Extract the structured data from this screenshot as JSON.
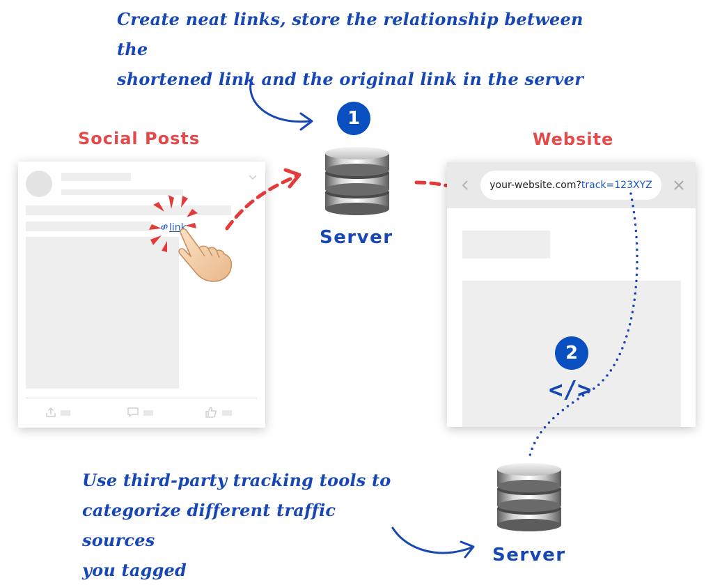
{
  "annotations": {
    "top_line1": "Create neat links, store the relationship between the",
    "top_line2": "shortened link and the original link in the server",
    "bottom_line1": "Use third-party tracking tools to",
    "bottom_line2": "categorize different traffic sources",
    "bottom_line3": "you tagged"
  },
  "sections": {
    "social_title": "Social Posts",
    "website_title": "Website"
  },
  "social_post": {
    "link_label": "link"
  },
  "website": {
    "url_base": "your-website.com?",
    "url_param": "track=123XYZ",
    "code_tag": "</>"
  },
  "servers": {
    "top_label": "Server",
    "bottom_label": "Server"
  },
  "steps": {
    "one": "1",
    "two": "2"
  },
  "icons": {
    "link": "link-icon",
    "share": "share-icon",
    "comment": "comment-icon",
    "like": "thumbs-up-icon",
    "back": "chevron-left-icon",
    "close": "close-icon",
    "dropdown": "chevron-down-icon",
    "server": "database-icon",
    "hand": "pointing-hand-icon"
  },
  "colors": {
    "accent_blue": "#1747b5",
    "badge_blue": "#0a4fbf",
    "accent_red": "#e34a4a",
    "placeholder_gray": "#eeeeee"
  }
}
